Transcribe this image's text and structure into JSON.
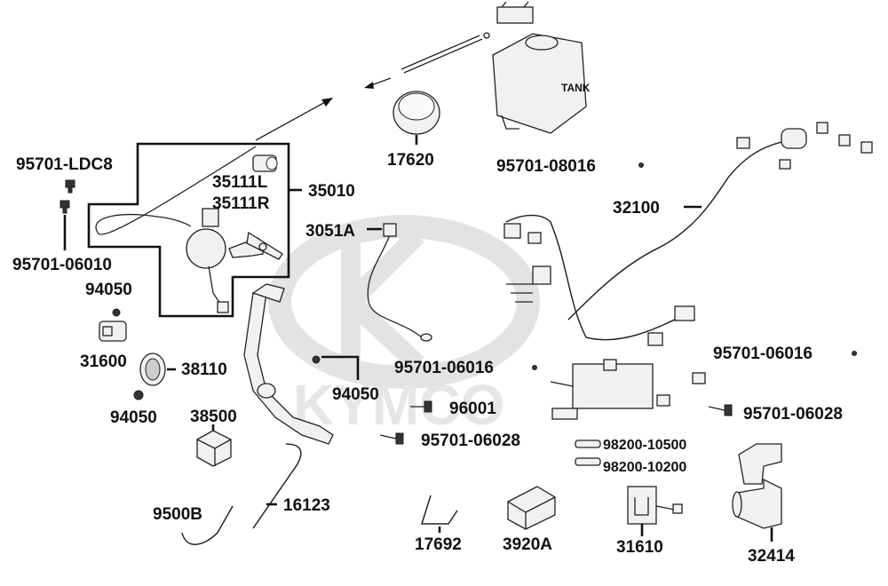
{
  "watermark": "KYMCO",
  "tank_label": "TANK",
  "parts": {
    "p95701_ldc8": "95701-LDC8",
    "p95701_06010": "95701-06010",
    "p94050_a": "94050",
    "p31600": "31600",
    "p38110": "38110",
    "p94050_b": "94050",
    "p38500": "38500",
    "p9500b": "9500B",
    "p16123": "16123",
    "p35111l": "35111L",
    "p35111r": "35111R",
    "p35010": "35010",
    "p3051a": "3051A",
    "p17620": "17620",
    "p95701_08016": "95701-08016",
    "p32100": "32100",
    "p95701_06016_a": "95701-06016",
    "p95701_06016_b": "95701-06016",
    "p94050_c": "94050",
    "p96001": "96001",
    "p95701_06028_a": "95701-06028",
    "p95701_06028_b": "95701-06028",
    "p98200_10500": "98200-10500",
    "p98200_10200": "98200-10200",
    "p17692": "17692",
    "p3920a": "3920A",
    "p31610": "31610",
    "p32414": "32414"
  }
}
